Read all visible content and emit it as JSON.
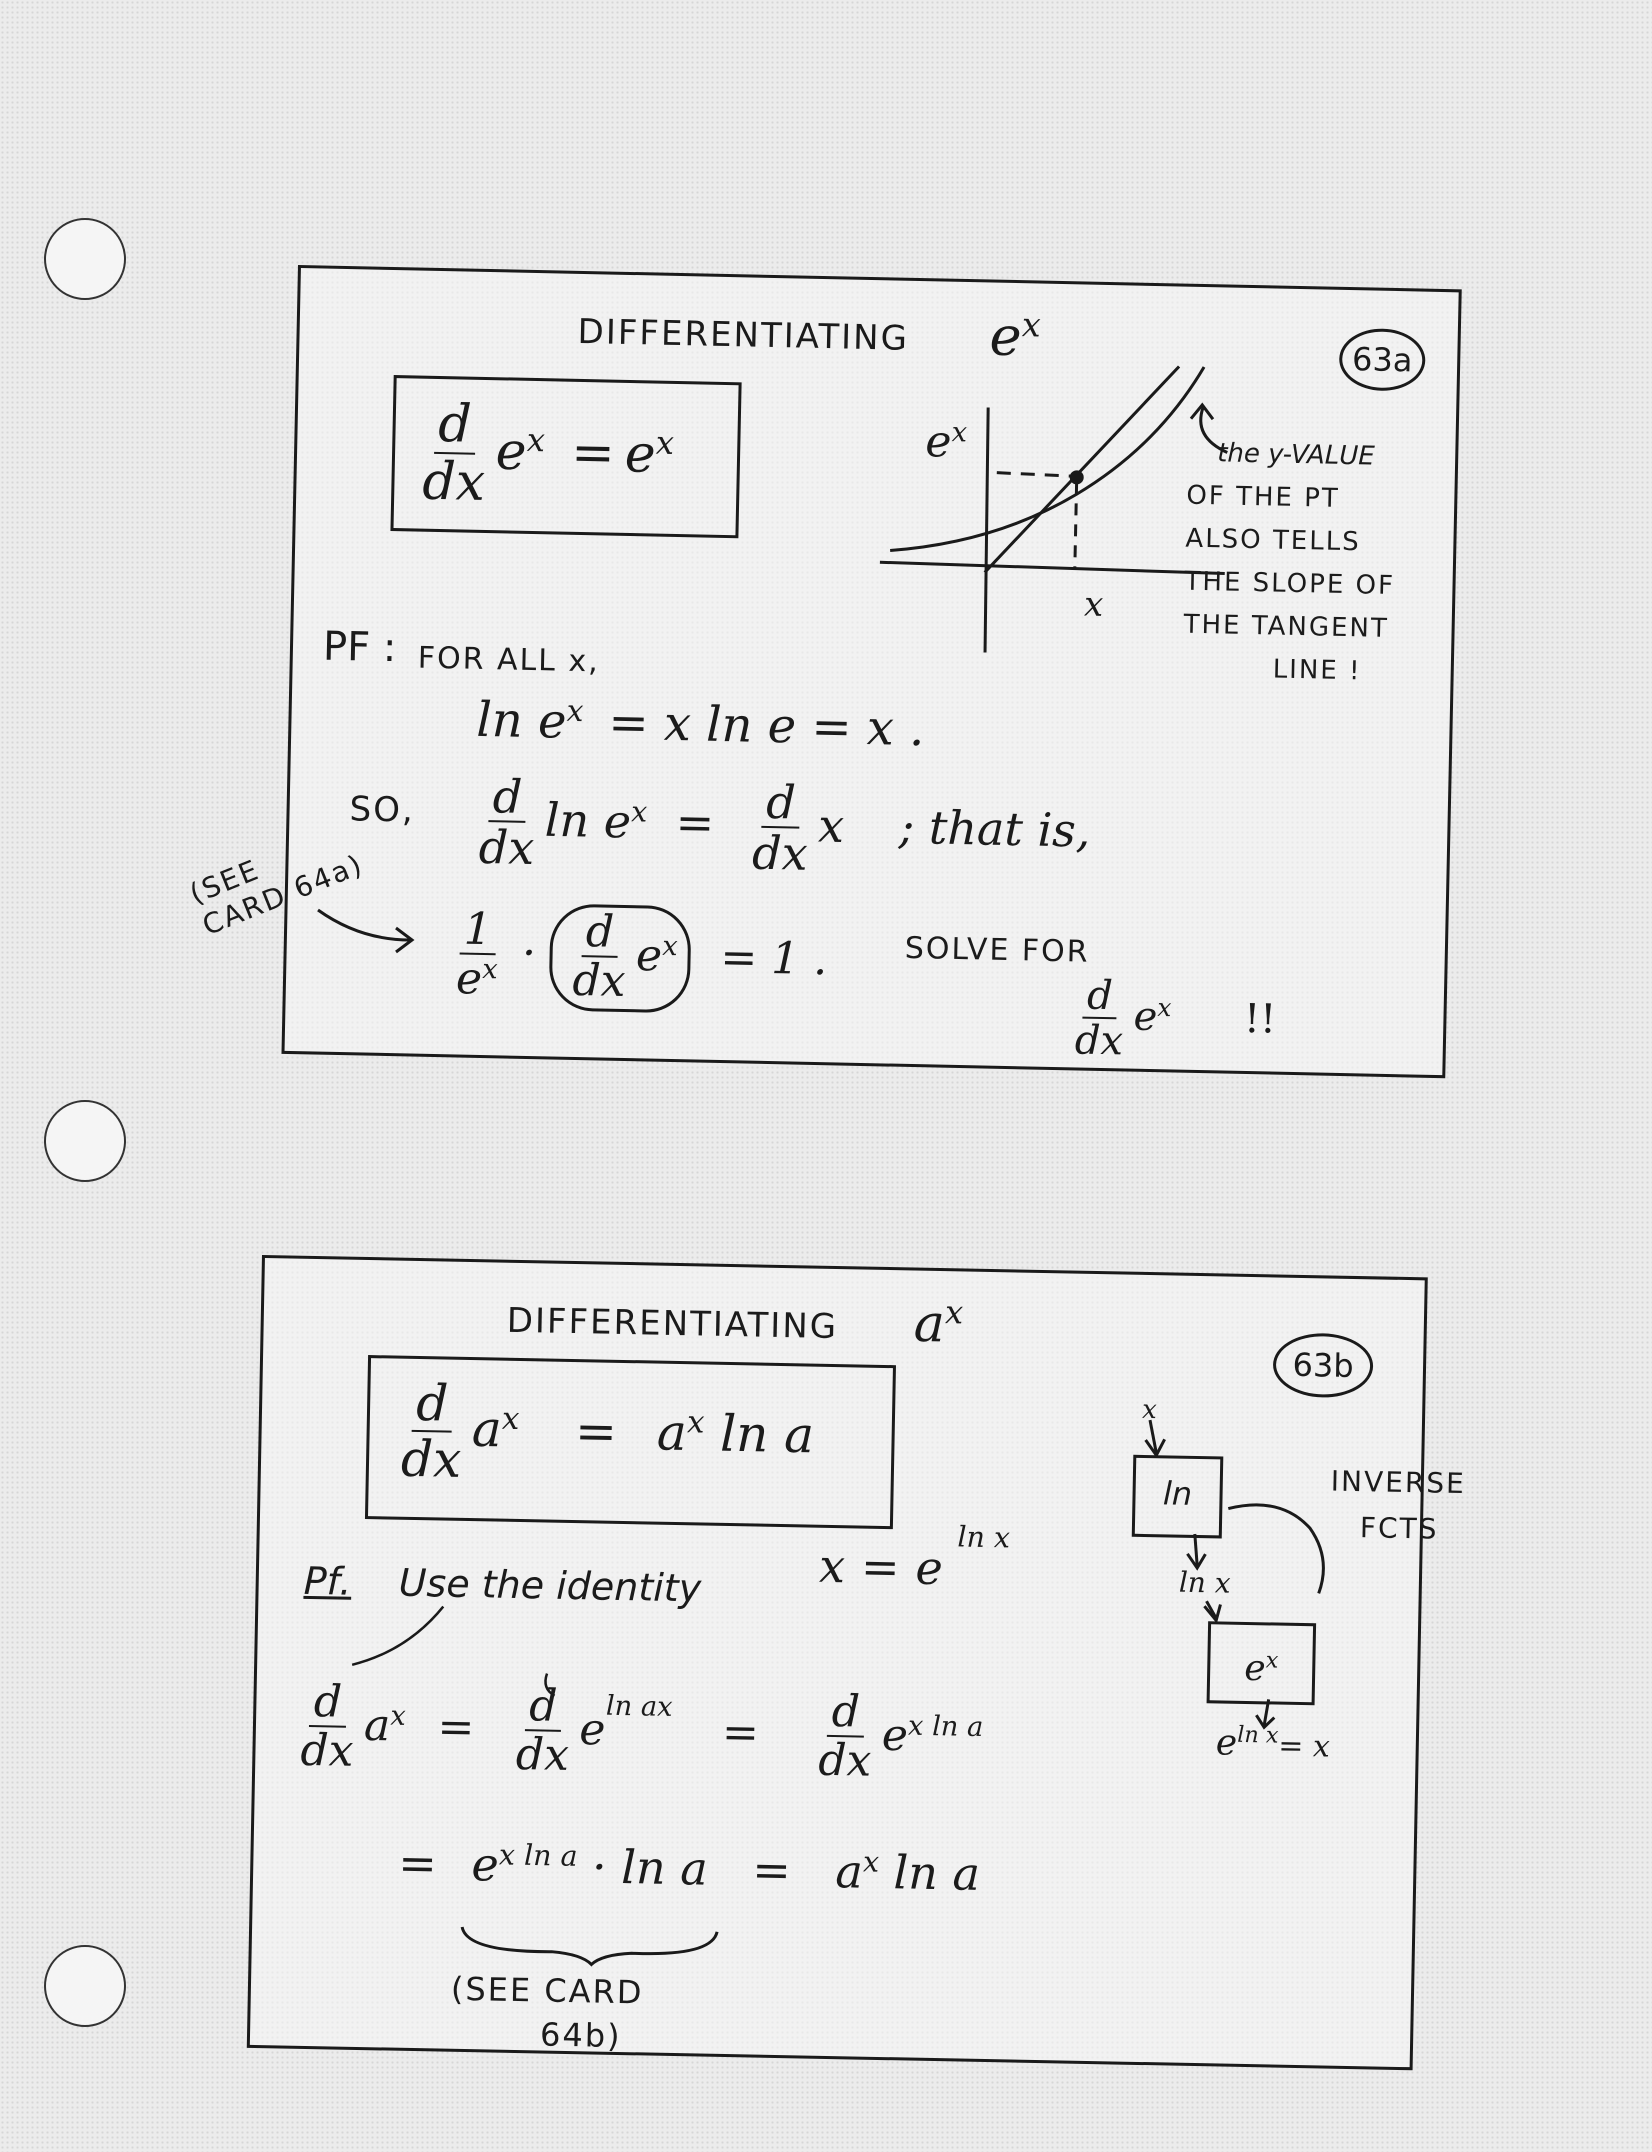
{
  "card_a": {
    "title": "DIFFERENTIATING",
    "title_expr": "e",
    "title_exp": "x",
    "number": "63a",
    "boxed_formula": {
      "num": "d",
      "den": "dx",
      "base": "e",
      "exp": "x",
      "eq": "=",
      "rhs_base": "e",
      "rhs_exp": "x"
    },
    "graph": {
      "y_label_base": "e",
      "y_label_exp": "x",
      "x_label": "x"
    },
    "note": [
      "the y-VALUE",
      "OF THE PT",
      "ALSO TELLS",
      "THE SLOPE OF",
      "THE TANGENT",
      "LINE !"
    ],
    "proof_label": "PF :",
    "proof_line1": "FOR ALL x,",
    "proof_line2": {
      "a": "ln e",
      "a_exp": "x",
      "rest": "= x ln e = x ."
    },
    "proof_so": "SO,",
    "proof_line3": {
      "num": "d",
      "den": "dx",
      "mid": "ln e",
      "mid_exp": "x",
      "eq": "=",
      "num2": "d",
      "den2": "dx",
      "var": "x",
      "tail": "; that is,"
    },
    "see_card": [
      "(SEE",
      "CARD 64a)"
    ],
    "proof_line4": {
      "one": "1",
      "eden": "e",
      "eden_exp": "x",
      "num": "d",
      "den": "dx",
      "base": "e",
      "exp": "x",
      "eq": "= 1 ."
    },
    "solve_for": "SOLVE FOR",
    "solve_target": {
      "num": "d",
      "den": "dx",
      "base": "e",
      "exp": "x",
      "bang": "!!"
    }
  },
  "card_b": {
    "title": "DIFFERENTIATING",
    "title_expr": "a",
    "title_exp": "x",
    "number": "63b",
    "boxed_formula": {
      "num": "d",
      "den": "dx",
      "base": "a",
      "exp": "x",
      "eq": "=",
      "rhs_base": "a",
      "rhs_exp": "x",
      "rhs_tail": "ln a"
    },
    "diagram": {
      "in": "x",
      "box1": "ln",
      "mid": "ln x",
      "box2_base": "e",
      "box2_exp": "x",
      "out_base": "e",
      "out_exp": "ln x",
      "out_tail": "= x",
      "side_label": [
        "INVERSE",
        "FCTS"
      ]
    },
    "proof_label": "Pf.",
    "proof_line1": "Use the identity",
    "identity": {
      "lhs": "x",
      "eq": "=",
      "base": "e",
      "exp": "ln x"
    },
    "line2": {
      "num": "d",
      "den": "dx",
      "base": "a",
      "exp": "x",
      "eq": "=",
      "num2": "d",
      "den2": "dx",
      "base2": "e",
      "exp2": "ln a",
      "exp2_outer": "x",
      "eq2": "=",
      "num3": "d",
      "den3": "dx",
      "base3": "e",
      "exp3": "x ln a"
    },
    "line3": {
      "eq": "=",
      "base": "e",
      "exp": "x ln a",
      "mul": "· ln a",
      "eq2": "=",
      "base2": "a",
      "exp2": "x",
      "tail": "ln a"
    },
    "see_card": [
      "(SEE CARD",
      "64b)"
    ]
  }
}
